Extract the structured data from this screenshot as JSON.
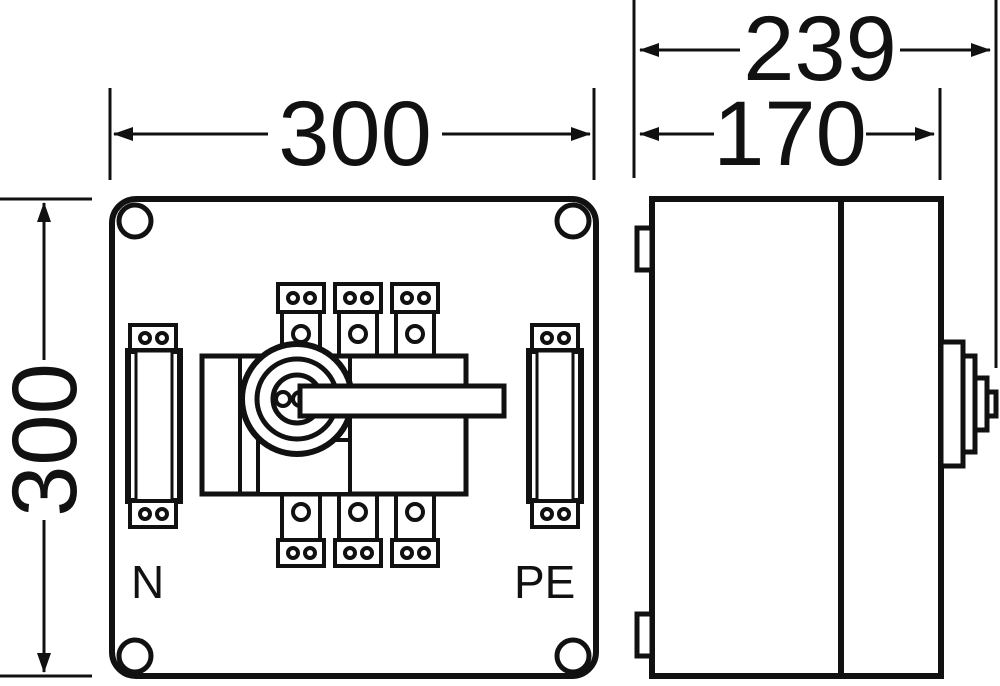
{
  "dimensions": {
    "front_width": "300",
    "front_height": "300",
    "side_depth_body": "170",
    "side_depth_total": "239"
  },
  "labels": {
    "neutral": "N",
    "protective_earth": "PE"
  },
  "colors": {
    "line": "#111111",
    "background": "#ffffff"
  }
}
